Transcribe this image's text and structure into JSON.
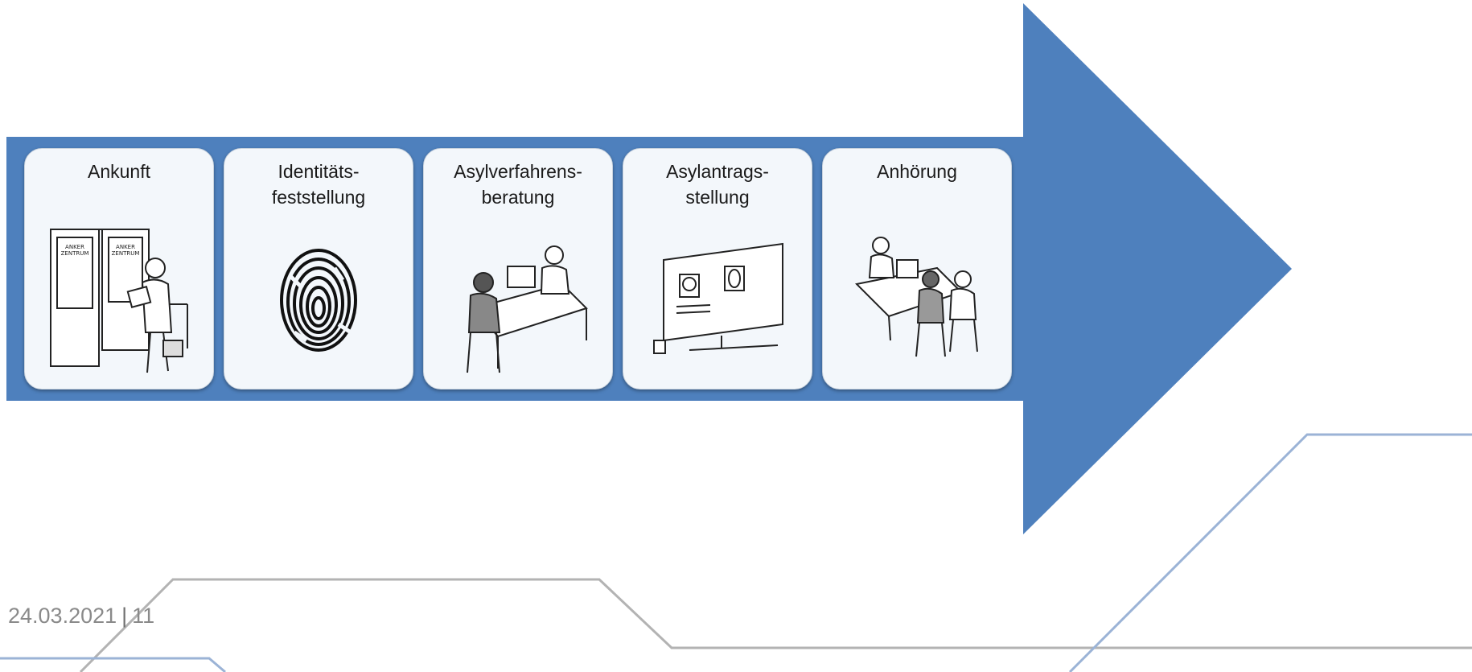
{
  "steps": [
    {
      "title_lines": [
        "Ankunft"
      ],
      "icon": "arrival-illustration",
      "sign_text": [
        "ANKER",
        "ZENTRUM"
      ]
    },
    {
      "title_lines": [
        "Identitäts-",
        "feststellung"
      ],
      "icon": "fingerprint-illustration"
    },
    {
      "title_lines": [
        "Asylverfahrens-",
        "beratung"
      ],
      "icon": "counseling-illustration"
    },
    {
      "title_lines": [
        "Asylantrags-",
        "stellung"
      ],
      "icon": "application-monitor-illustration"
    },
    {
      "title_lines": [
        "Anhörung"
      ],
      "icon": "hearing-illustration"
    }
  ],
  "footer": {
    "date": "24.03.2021",
    "separator": "|",
    "page": "11"
  },
  "colors": {
    "arrow": "#4e80bd",
    "card_bg": "#f3f7fb",
    "deco_gray": "#b3b3b3",
    "deco_blue": "#9bb3d6"
  }
}
